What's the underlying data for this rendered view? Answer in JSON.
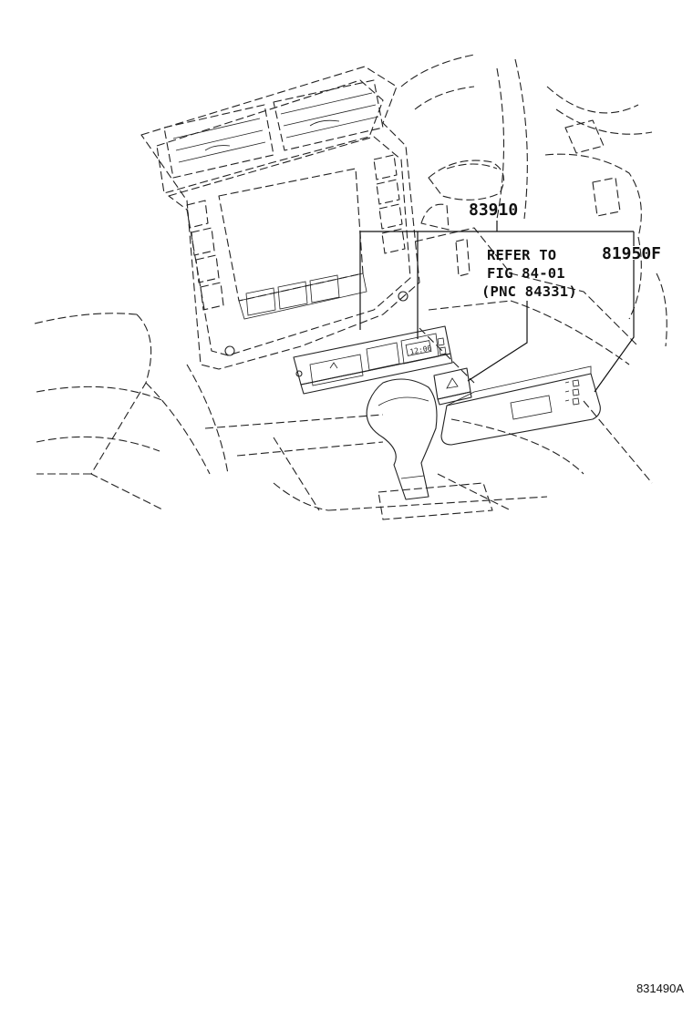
{
  "callouts": {
    "part_83910": "83910",
    "part_81950f": "81950F",
    "refer_line1": "REFER TO",
    "refer_line2": "FIG 84-01",
    "refer_line3": "(PNC 84331)"
  },
  "clock_readout": "12:00",
  "figure_id": "831490A"
}
